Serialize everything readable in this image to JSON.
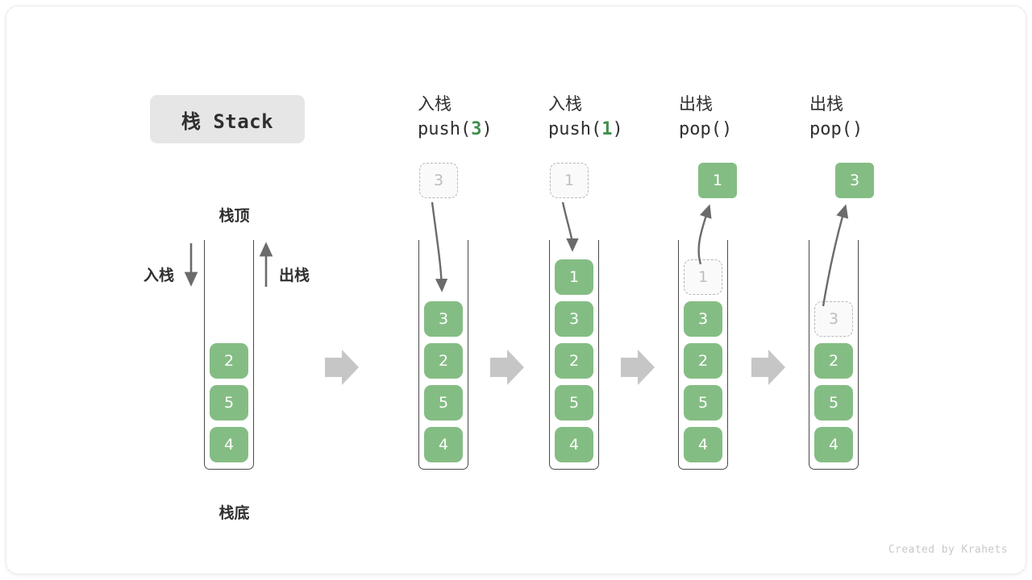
{
  "canvas": {
    "credit": "Created by Krahets",
    "accent_green": "#84bd84",
    "code_arg_green": "#3f8f4f",
    "chip_bg": "#e6e6e6",
    "outline_gray": "#4a4a4a",
    "ghost_gray": "#bdbdbd",
    "arrow_gray": "#c6c6c6"
  },
  "title": {
    "chip_label": "栈 Stack"
  },
  "base_stack": {
    "top_label": "栈顶",
    "bottom_label": "栈底",
    "push_side_label": "入栈",
    "pop_side_label": "出栈",
    "cells": [
      "2",
      "5",
      "4"
    ]
  },
  "steps": [
    {
      "id": "push-3",
      "op_label": "入栈",
      "code_prefix": "push(",
      "code_arg": "3",
      "code_suffix": ")",
      "floating_cell": {
        "value": "3",
        "style": "ghost"
      },
      "cells": [
        "3",
        "2",
        "5",
        "4"
      ],
      "cell_styles": [
        "filled",
        "filled",
        "filled",
        "filled"
      ]
    },
    {
      "id": "push-1",
      "op_label": "入栈",
      "code_prefix": "push(",
      "code_arg": "1",
      "code_suffix": ")",
      "floating_cell": {
        "value": "1",
        "style": "ghost"
      },
      "cells": [
        "1",
        "3",
        "2",
        "5",
        "4"
      ],
      "cell_styles": [
        "filled",
        "filled",
        "filled",
        "filled",
        "filled"
      ]
    },
    {
      "id": "pop-1",
      "op_label": "出栈",
      "code_prefix": "pop(",
      "code_arg": "",
      "code_suffix": ")",
      "floating_cell": {
        "value": "1",
        "style": "popped"
      },
      "cells": [
        "1",
        "3",
        "2",
        "5",
        "4"
      ],
      "cell_styles": [
        "ghost",
        "filled",
        "filled",
        "filled",
        "filled"
      ]
    },
    {
      "id": "pop-3",
      "op_label": "出栈",
      "code_prefix": "pop(",
      "code_arg": "",
      "code_suffix": ")",
      "floating_cell": {
        "value": "3",
        "style": "popped"
      },
      "cells": [
        "3",
        "2",
        "5",
        "4"
      ],
      "cell_styles": [
        "ghost",
        "filled",
        "filled",
        "filled"
      ]
    }
  ]
}
